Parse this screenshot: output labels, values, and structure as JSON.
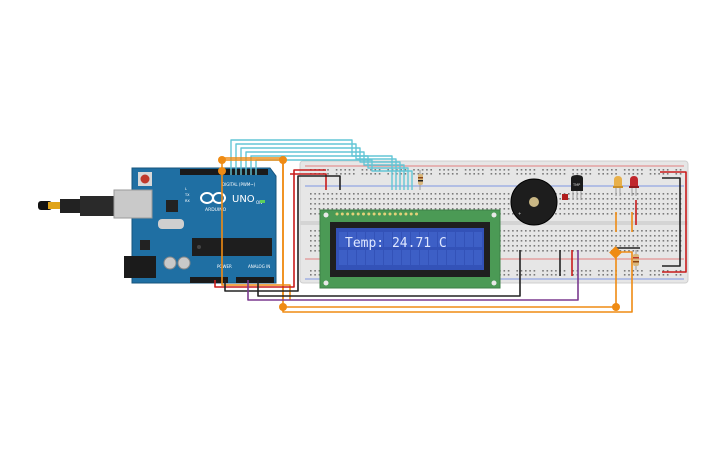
{
  "arduino": {
    "brand": "ARDUINO",
    "model": "UNO",
    "digital_header_label": "DIGITAL (PWM~)",
    "power_label": "POWER",
    "analog_label": "ANALOG IN",
    "on_label": "ON",
    "tx_label": "TX",
    "rx_label": "RX",
    "l_label": "L"
  },
  "lcd": {
    "text": "Temp: 24.71 C",
    "screen_color": "#3352b8",
    "board_color": "#4b9a55"
  },
  "breadboard": {
    "color": "#e6e6e6"
  },
  "components": {
    "sensor_label": "TMP",
    "buzzer_label": "+"
  },
  "wire_colors": {
    "orange": "#ef8b13",
    "cyan": "#63c6d6",
    "red": "#c91c1c",
    "black": "#222222",
    "purple": "#7b3a8f"
  }
}
